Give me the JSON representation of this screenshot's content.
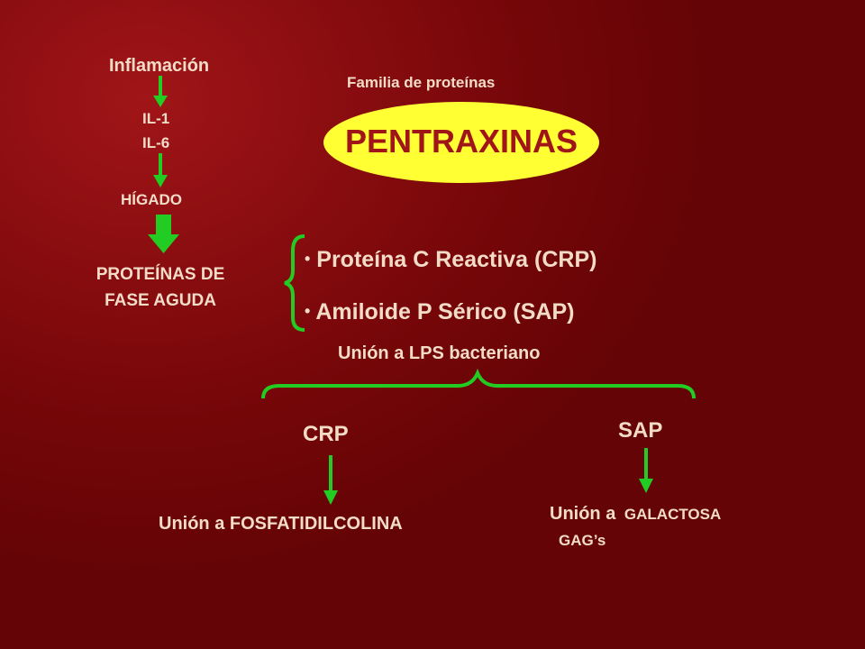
{
  "left_chain": {
    "inflamacion": "Inflamación",
    "il1": "IL-1",
    "il6": "IL-6",
    "higado": "HÍGADO",
    "fase_aguda_line1": "PROTEÍNAS DE",
    "fase_aguda_line2": "FASE AGUDA"
  },
  "family": {
    "caption": "Familia de proteínas",
    "name": "PENTRAXINAS"
  },
  "members": [
    {
      "label": "Proteína C Reactiva (CRP)"
    },
    {
      "label": "Amiloide P Sérico (SAP)"
    }
  ],
  "shared": {
    "label": "Unión a LPS bacteriano"
  },
  "crp_branch": {
    "label": "CRP",
    "binding": "Unión a FOSFATIDILCOLINA"
  },
  "sap_branch": {
    "label": "SAP",
    "binding_prefix": "Unión a",
    "binding_target": "GALACTOSA",
    "binding_line2": "GAG’s"
  },
  "colors": {
    "arrow_green": "#22cc22",
    "ellipse_yellow": "#ffff33",
    "text_cream": "#f2dcc8",
    "background_red": "#7a0709"
  }
}
